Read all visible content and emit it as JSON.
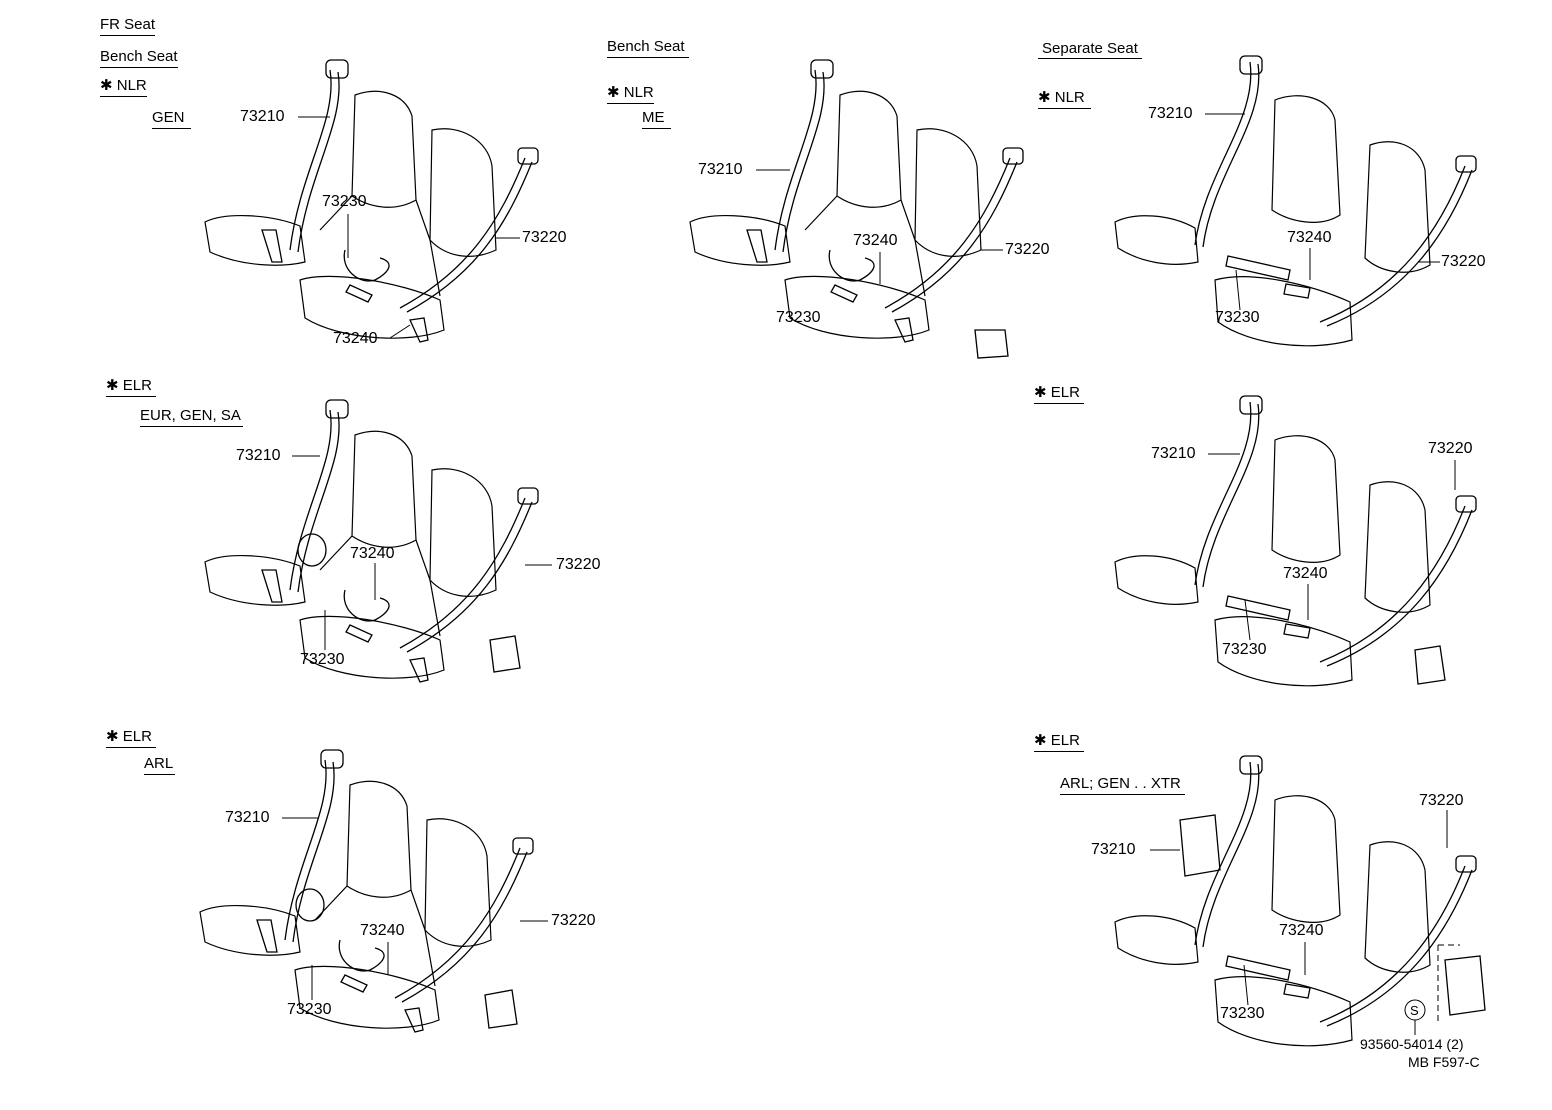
{
  "panels": {
    "p1": {
      "labels": [
        "FR Seat",
        "Bench Seat",
        "✱ NLR",
        "GEN"
      ],
      "parts": [
        "73210",
        "73230",
        "73220",
        "73240"
      ]
    },
    "p2": {
      "labels": [
        "Bench Seat",
        "✱ NLR",
        "ME"
      ],
      "parts": [
        "73210",
        "73240",
        "73220",
        "73230"
      ]
    },
    "p3": {
      "labels": [
        "Separate Seat",
        "✱ NLR"
      ],
      "parts": [
        "73210",
        "73240",
        "73220",
        "73230"
      ]
    },
    "p4": {
      "labels": [
        "✱ ELR",
        "EUR, GEN, SA"
      ],
      "parts": [
        "73210",
        "73240",
        "73220",
        "73230"
      ]
    },
    "p5": {
      "labels": [
        "✱ ELR"
      ],
      "parts": [
        "73210",
        "73220",
        "73240",
        "73230"
      ]
    },
    "p6": {
      "labels": [
        "✱ ELR",
        "ARL"
      ],
      "parts": [
        "73210",
        "73240",
        "73220",
        "73230"
      ]
    },
    "p7": {
      "labels": [
        "✱ ELR",
        "ARL; GEN . . XTR"
      ],
      "parts": [
        "73210",
        "73220",
        "73240",
        "73230",
        "93560-54014 (2)"
      ],
      "symbol": "S"
    }
  },
  "drawing_code": "MB F597-C",
  "icons": [
    "seat-belt-assembly-icon",
    "bench-seat-icon",
    "separate-seat-icon",
    "retractor-icon"
  ]
}
